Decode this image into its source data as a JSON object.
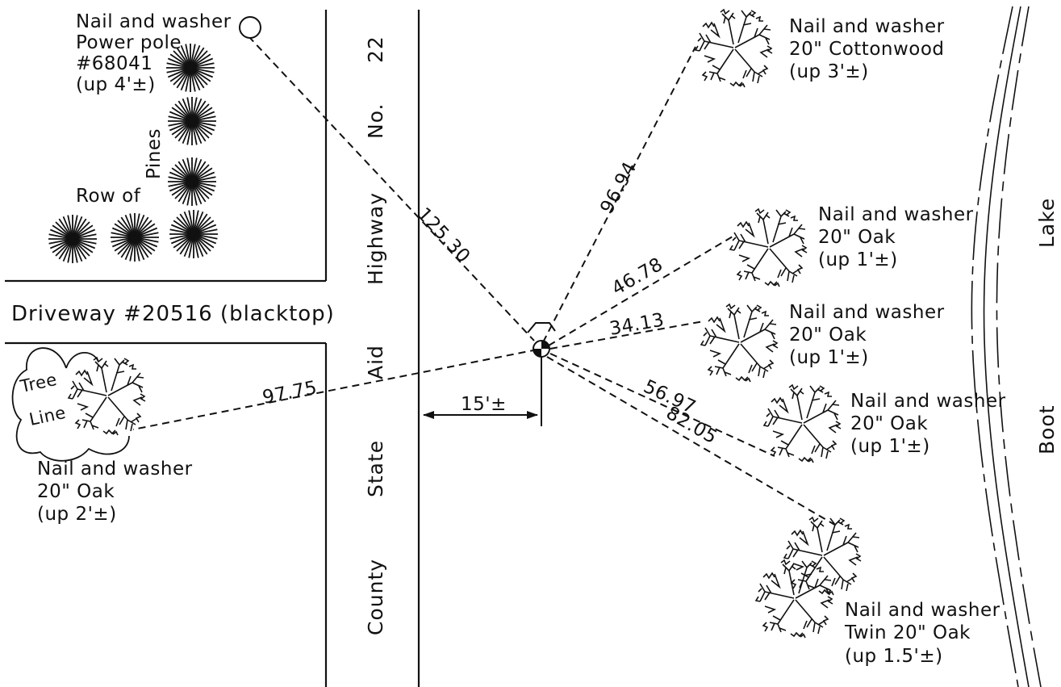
{
  "road": {
    "words": [
      "County",
      "State",
      "Aid",
      "Highway",
      "No.",
      "22"
    ]
  },
  "driveway_label": "Driveway #20516 (blacktop)",
  "power_pole": {
    "lines": [
      "Nail and washer",
      "Power pole",
      "#68041",
      "(up 4'±)"
    ]
  },
  "pines_label": {
    "row_of": "Row of",
    "pines": "Pines"
  },
  "tree_line_label": {
    "line1": "Tree",
    "line2": "Line"
  },
  "lake_label": {
    "line1": "Lake",
    "line2": "Boot"
  },
  "offset_label": "15'±",
  "ties": [
    {
      "name": "power-pole",
      "distance": "125.30",
      "lines": []
    },
    {
      "name": "cottonwood",
      "distance": "96.94",
      "lines": [
        "Nail and washer",
        "20\" Cottonwood",
        "(up 3'±)"
      ]
    },
    {
      "name": "oak-1",
      "distance": "46.78",
      "lines": [
        "Nail and washer",
        "20\" Oak",
        "(up 1'±)"
      ]
    },
    {
      "name": "oak-2",
      "distance": "34.13",
      "lines": [
        "Nail and washer",
        "20\" Oak",
        "(up 1'±)"
      ]
    },
    {
      "name": "oak-3",
      "distance": "56.97",
      "lines": [
        "Nail and washer",
        "20\" Oak",
        "(up 1'±)"
      ]
    },
    {
      "name": "twin-oak",
      "distance": "82.05",
      "lines": [
        "Nail and washer",
        "Twin 20\" Oak",
        "(up 1.5'±)"
      ]
    },
    {
      "name": "west-oak",
      "distance": "97.75",
      "lines": [
        "Nail and washer",
        "20\" Oak",
        "(up 2'±)"
      ]
    }
  ]
}
